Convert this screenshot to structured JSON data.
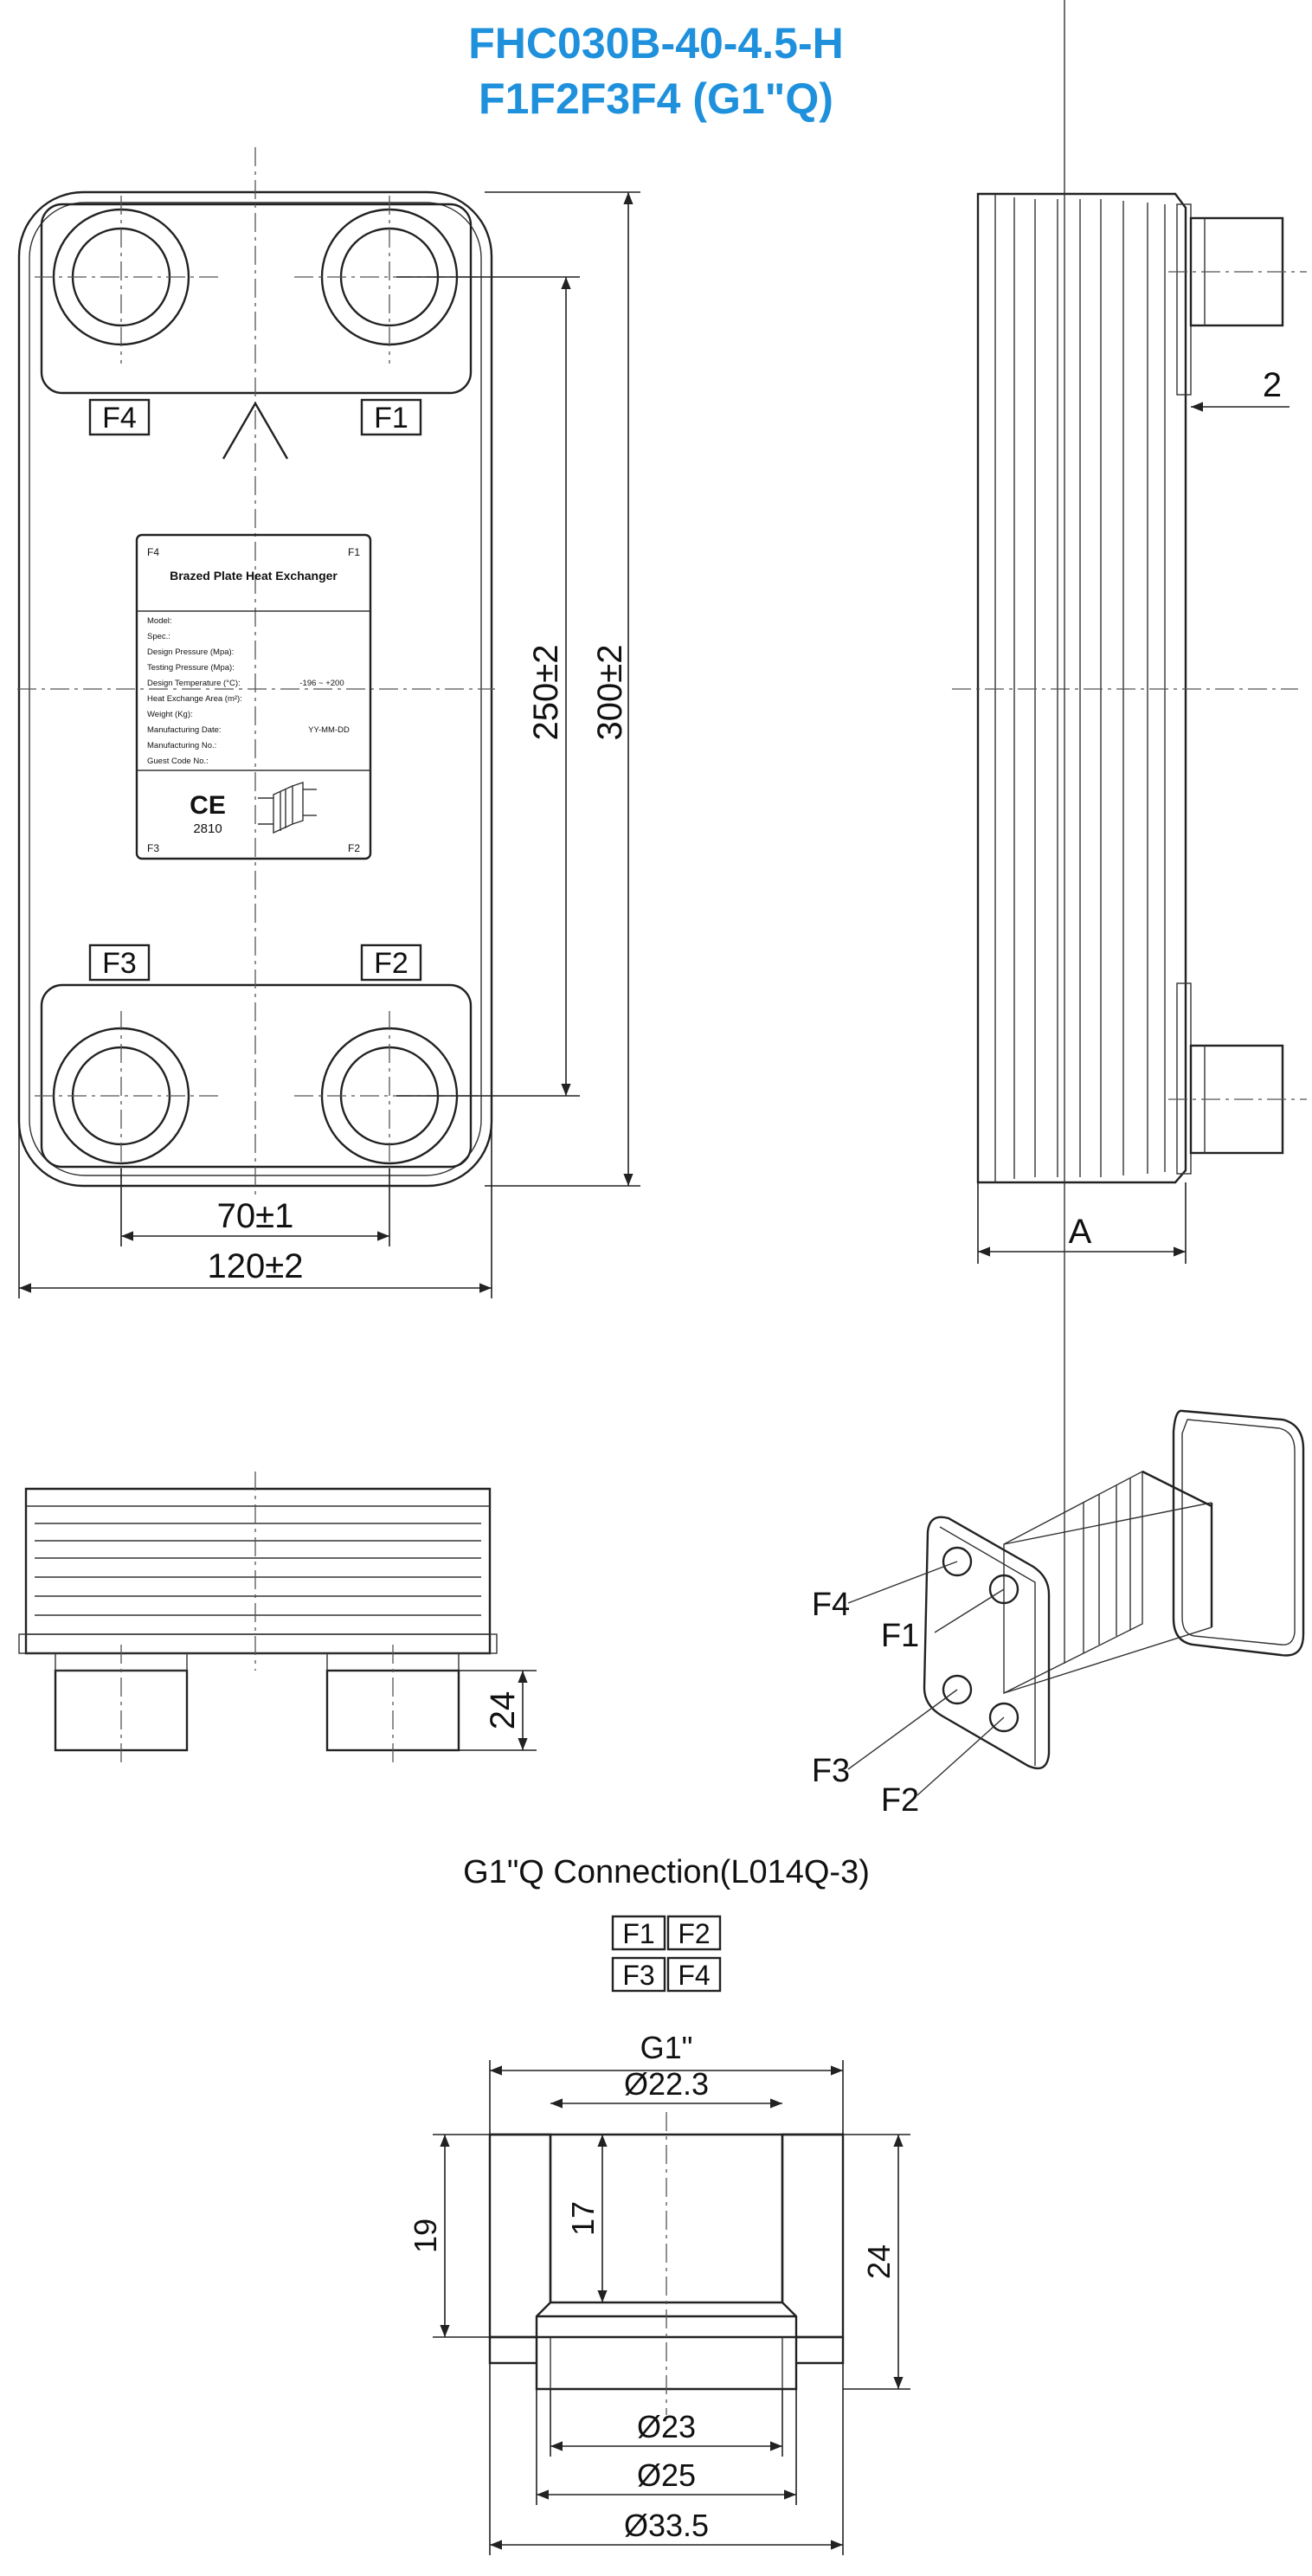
{
  "title": {
    "line1": "FHC030B-40-4.5-H",
    "line2": "F1F2F3F4 (G1\"Q)"
  },
  "front_view": {
    "port_labels": {
      "f1": "F1",
      "f2": "F2",
      "f3": "F3",
      "f4": "F4"
    },
    "dim_height_outer": "300±2",
    "dim_height_ports": "250±2",
    "dim_width_outer": "120±2",
    "dim_width_ports": "70±1"
  },
  "nameplate": {
    "corner_f1": "F1",
    "corner_f2": "F2",
    "corner_f3": "F3",
    "corner_f4": "F4",
    "heading": "Brazed Plate Heat Exchanger",
    "rows": [
      "Model:",
      "Spec.:",
      "Design Pressure (Mpa):",
      "Testing Pressure (Mpa):",
      "Design Temperature (°C):",
      "Heat Exchange Area (m²):",
      "Weight (Kg):",
      "Manufacturing Date:",
      "Manufacturing No.:",
      "Guest Code No.:"
    ],
    "temp_value": "-196 ~ +200",
    "date_value": "YY-MM-DD",
    "ce_mark": "CE",
    "ce_number": "2810"
  },
  "side_view": {
    "dim_gap": "2",
    "dim_depth": "A"
  },
  "bottom_view": {
    "dim_connection_height": "24"
  },
  "iso_view": {
    "label_f4": "F4",
    "label_f1": "F1",
    "label_f3": "F3",
    "label_f2": "F2"
  },
  "connection": {
    "title": "G1\"Q Connection(L014Q-3)",
    "port_boxes": [
      "F1",
      "F2",
      "F3",
      "F4"
    ],
    "dim_thread": "G1\"",
    "dim_bore": "Ø22.3",
    "dim_height_left": "19",
    "dim_inner_depth": "17",
    "dim_height_right": "24",
    "dim_d23": "Ø23",
    "dim_d25": "Ø25",
    "dim_d335": "Ø33.5"
  }
}
